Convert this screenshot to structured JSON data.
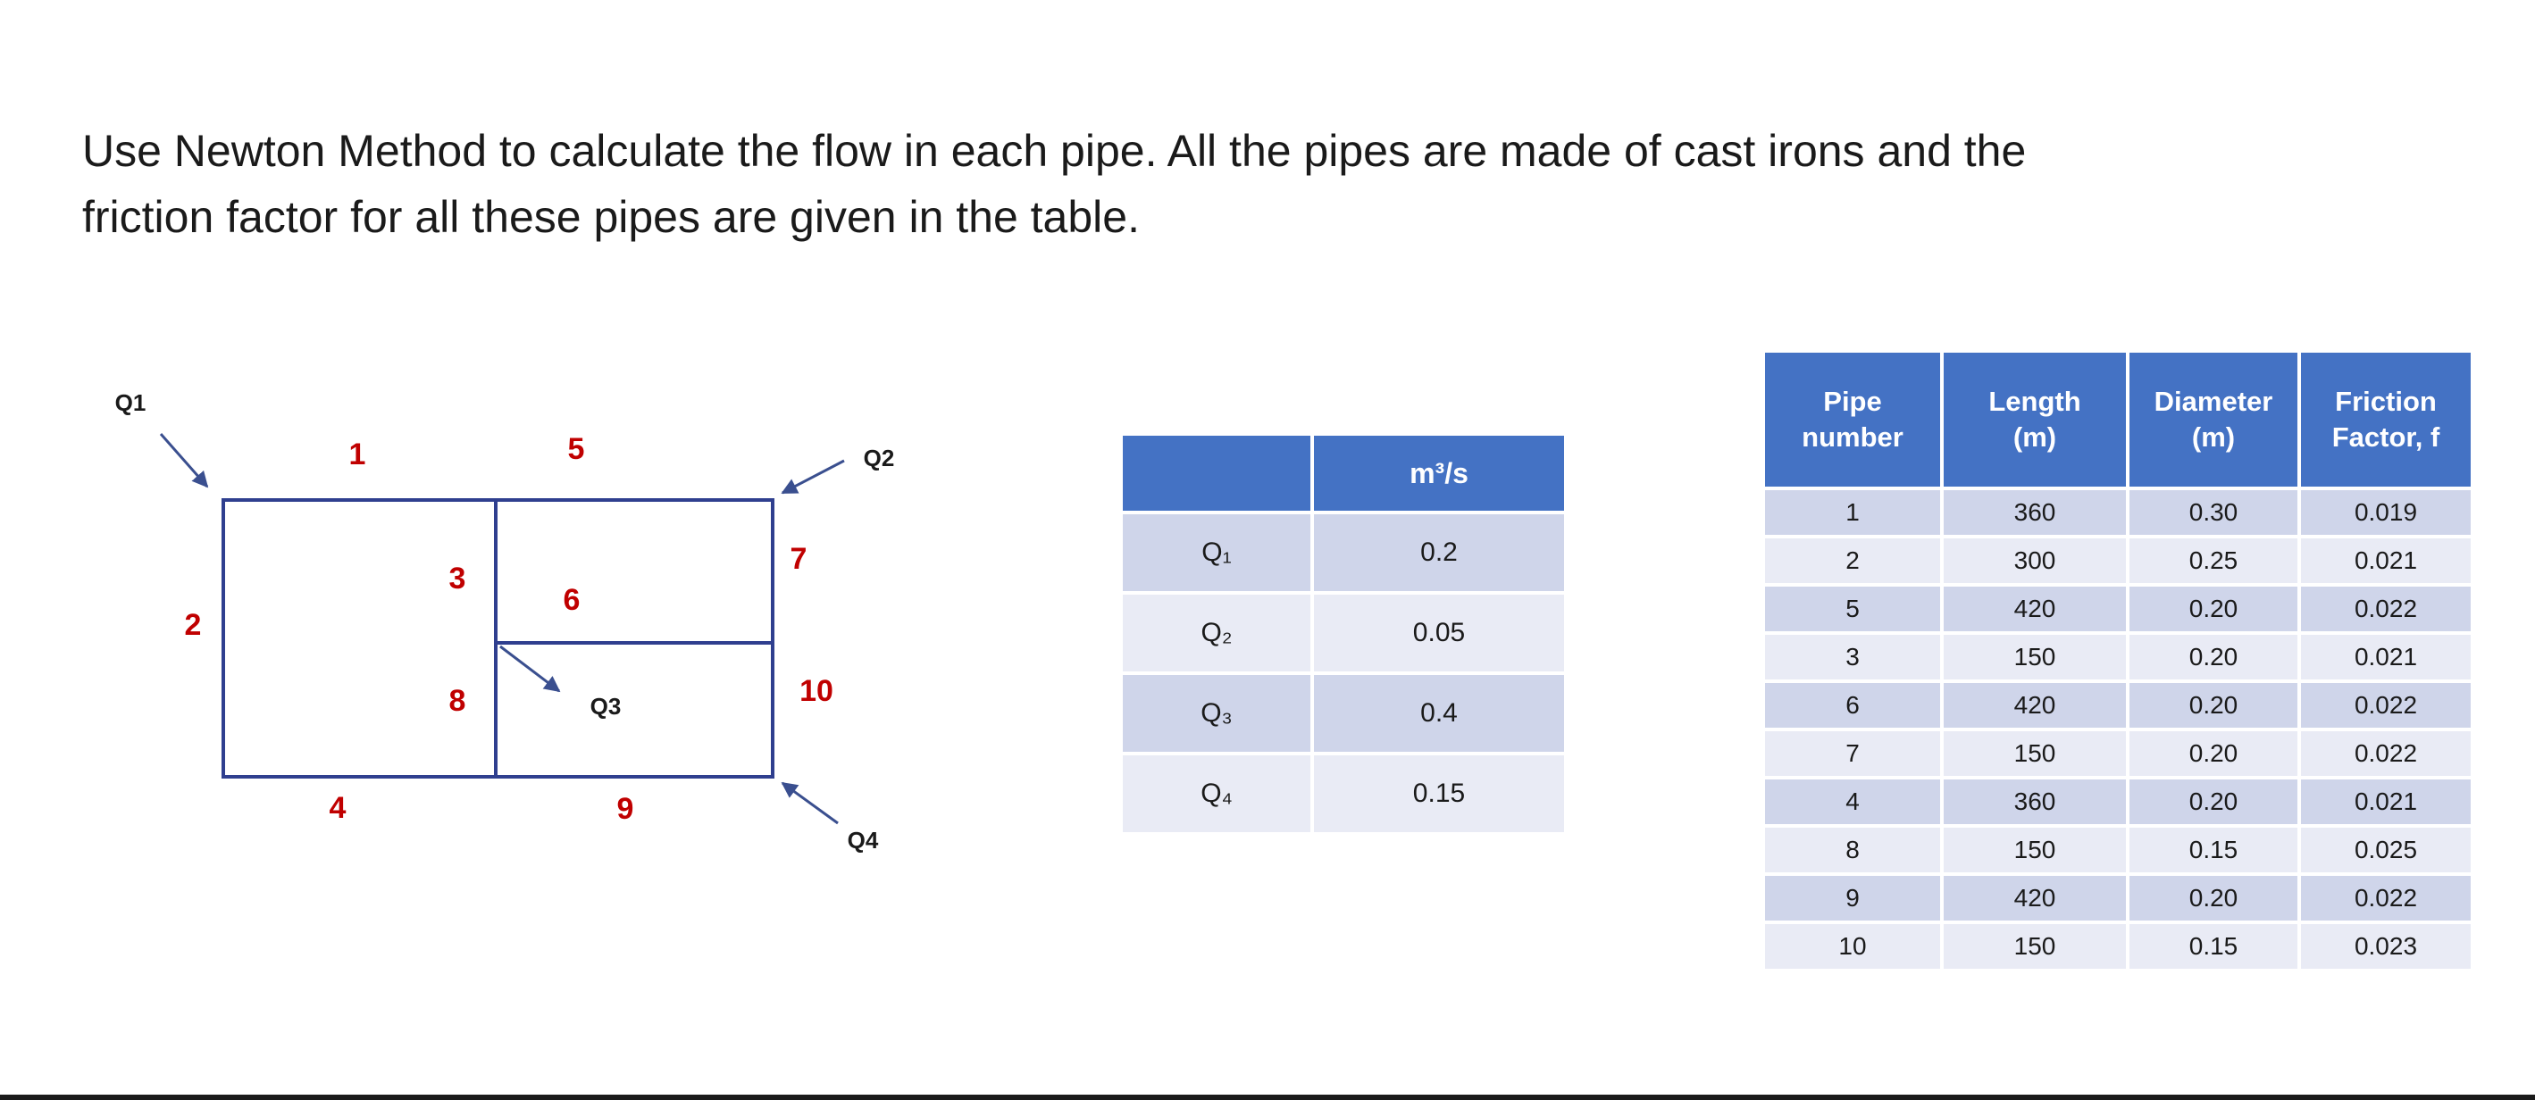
{
  "prompt": {
    "line1": "Use Newton Method to calculate the flow in each pipe. All the pipes are made of cast irons and the",
    "line2": "friction factor for all these pipes are given in the table."
  },
  "network": {
    "pipe_labels": [
      "1",
      "2",
      "3",
      "4",
      "5",
      "6",
      "7",
      "8",
      "9",
      "10"
    ],
    "flow_labels": [
      "Q1",
      "Q2",
      "Q3",
      "Q4"
    ],
    "colors": {
      "pipe": "#2f3f8f",
      "pipe_label": "#c00000",
      "arrow": "#3a4f8f"
    }
  },
  "flow_table": {
    "header": [
      "",
      "m³/s"
    ],
    "rows": [
      {
        "name": "Q₁",
        "value": "0.2"
      },
      {
        "name": "Q₂",
        "value": "0.05"
      },
      {
        "name": "Q₃",
        "value": "0.4"
      },
      {
        "name": "Q₄",
        "value": "0.15"
      }
    ]
  },
  "pipe_table": {
    "headers": [
      {
        "line1": "Pipe",
        "line2": "number"
      },
      {
        "line1": "Length",
        "line2": "(m)"
      },
      {
        "line1": "Diameter",
        "line2": "(m)"
      },
      {
        "line1": "Friction",
        "line2": "Factor, f"
      }
    ],
    "rows": [
      [
        "1",
        "360",
        "0.30",
        "0.019"
      ],
      [
        "2",
        "300",
        "0.25",
        "0.021"
      ],
      [
        "5",
        "420",
        "0.20",
        "0.022"
      ],
      [
        "3",
        "150",
        "0.20",
        "0.021"
      ],
      [
        "6",
        "420",
        "0.20",
        "0.022"
      ],
      [
        "7",
        "150",
        "0.20",
        "0.022"
      ],
      [
        "4",
        "360",
        "0.20",
        "0.021"
      ],
      [
        "8",
        "150",
        "0.15",
        "0.025"
      ],
      [
        "9",
        "420",
        "0.20",
        "0.022"
      ],
      [
        "10",
        "150",
        "0.15",
        "0.023"
      ]
    ],
    "colors": {
      "header": "#4472c4",
      "row_dark": "#cfd5ea",
      "row_light": "#e9ebf5"
    }
  }
}
